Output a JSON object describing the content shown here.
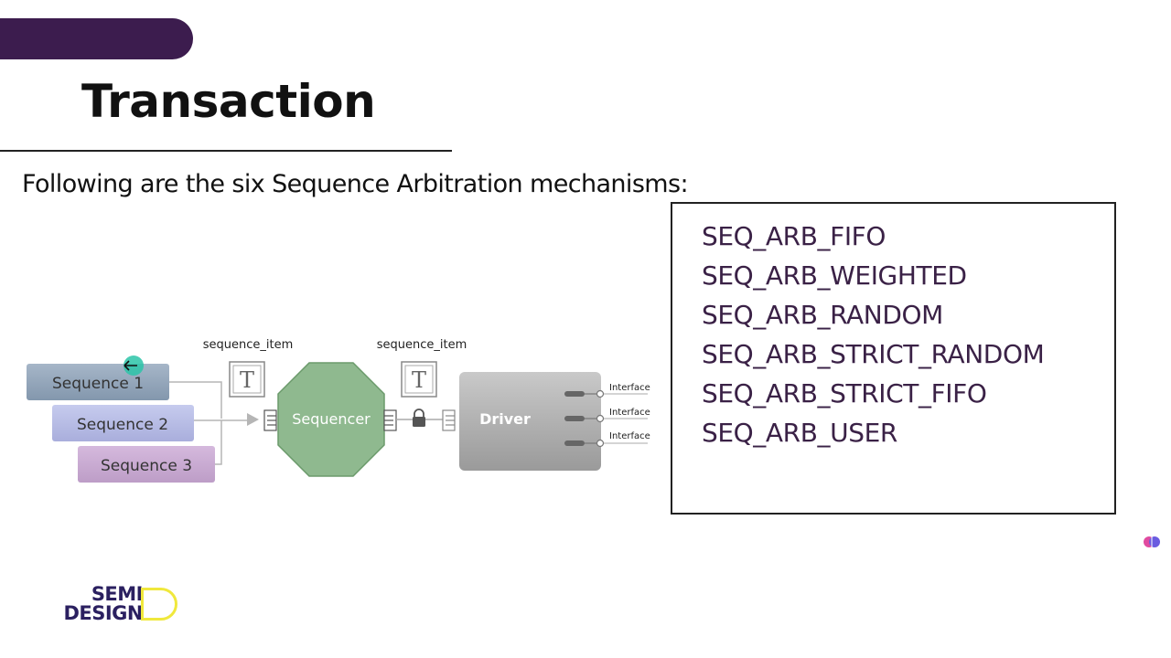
{
  "slide": {
    "title": "Transaction",
    "subtitle": "Following are the six Sequence Arbitration mechanisms:",
    "accent_color": "#3c1c4e",
    "mechanisms": [
      "SEQ_ARB_FIFO",
      "SEQ_ARB_WEIGHTED",
      "SEQ_ARB_RANDOM",
      "SEQ_ARB_STRICT_RANDOM",
      "SEQ_ARB_STRICT_FIFO",
      "SEQ_ARB_USER"
    ]
  },
  "diagram": {
    "sequences": [
      "Sequence 1",
      "Sequence 2",
      "Sequence 3"
    ],
    "item_label_left": "sequence_item",
    "item_label_right": "sequence_item",
    "transaction_glyph": "T",
    "sequencer": "Sequencer",
    "driver": "Driver",
    "interfaces": [
      "Interface",
      "Interface",
      "Interface"
    ],
    "colors": {
      "sequence_1": "#8fa3b8",
      "sequence_2": "#b4b9e2",
      "sequence_3": "#c5a6cf",
      "sequencer": "#8fb98f",
      "driver": "#a8a8a8"
    }
  },
  "logo": {
    "line1": "SEMI",
    "line2": "DESIGN"
  }
}
